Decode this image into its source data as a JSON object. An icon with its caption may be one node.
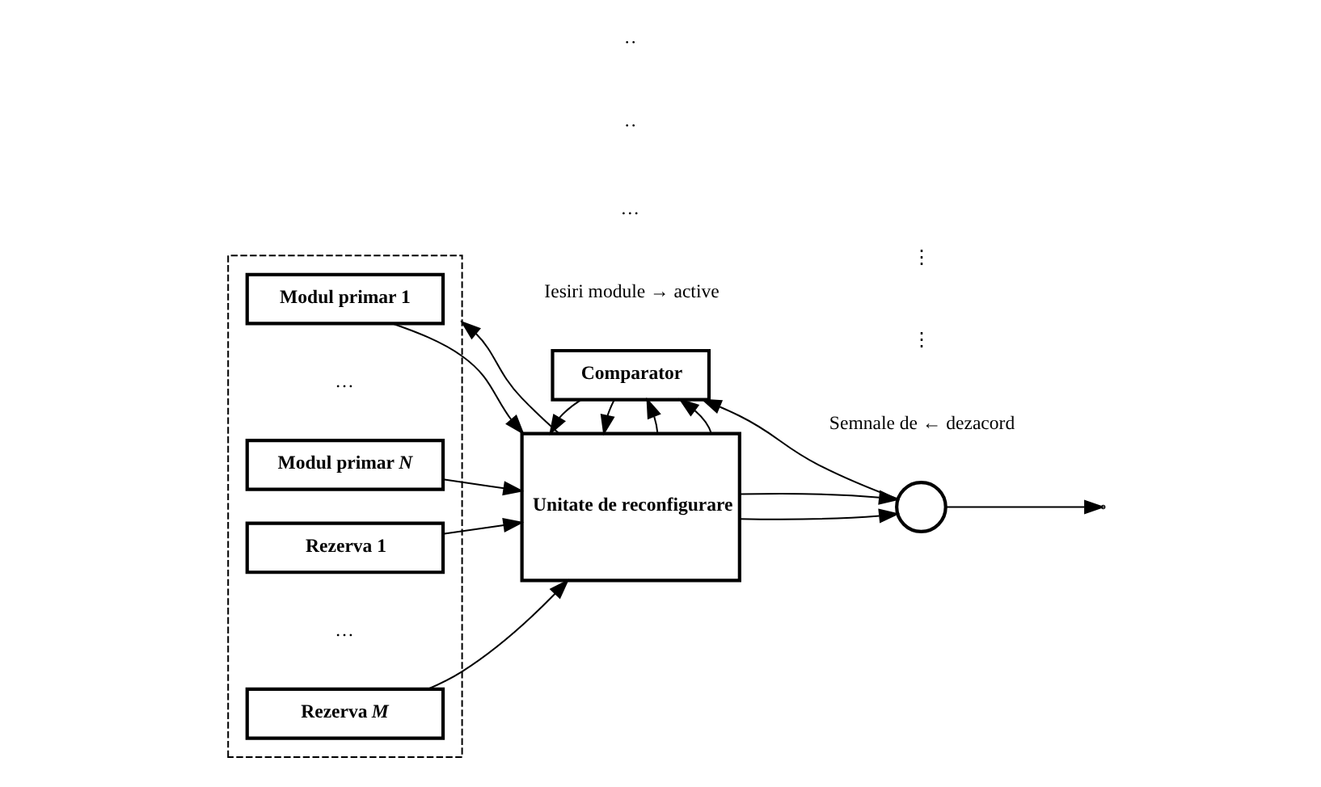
{
  "diagram": {
    "nodes": [
      {
        "text": [],
        "shape": "box"
      },
      {
        "text": [
          "Modul primar 1"
        ],
        "in": 0
      },
      {
        "text": [
          "Modul primar *N*"
        ],
        "in": 0
      },
      {
        "text": [
          "Rezerva 1"
        ],
        "in": 0
      },
      {
        "text": [
          "Rezerva *M*"
        ],
        "in": 0
      },
      {
        "text": [
          "Comparator"
        ]
      },
      {
        "text": [
          "Unitate de reconfigurare"
        ]
      },
      {
        "text": [],
        "shape": "circle"
      }
    ],
    "edges": [
      {
        "from": 1,
        "to": 6,
        "arrow": "to"
      },
      {
        "from": 6,
        "to": 0,
        "arrow": "to"
      },
      {
        "from": 2,
        "to": 6,
        "arrow": "to"
      },
      {
        "from": 3,
        "to": 6,
        "arrow": "to"
      },
      {
        "from": 4,
        "to": 6,
        "arrow": "to"
      },
      {
        "from": 6,
        "to": 5,
        "arrow": "to"
      },
      {
        "from": 6,
        "to": 5,
        "arrow": "to"
      },
      {
        "from": 5,
        "to": 6,
        "arrow": "to"
      },
      {
        "from": 5,
        "to": 6,
        "arrow": "to"
      },
      {
        "from": 6,
        "to": 7,
        "arrow": "to"
      },
      {
        "from": 6,
        "to": 7,
        "arrow": "to"
      },
      {
        "from": 7,
        "to": 5,
        "arrow": "to"
      },
      {
        "from": 7,
        "to": null,
        "arrow": "to"
      }
    ],
    "labels": [
      "Iesiri module → active",
      "…",
      "··",
      "··",
      "Semnale de ← dezacord",
      "⋮",
      "⋮",
      "…",
      "…"
    ]
  }
}
